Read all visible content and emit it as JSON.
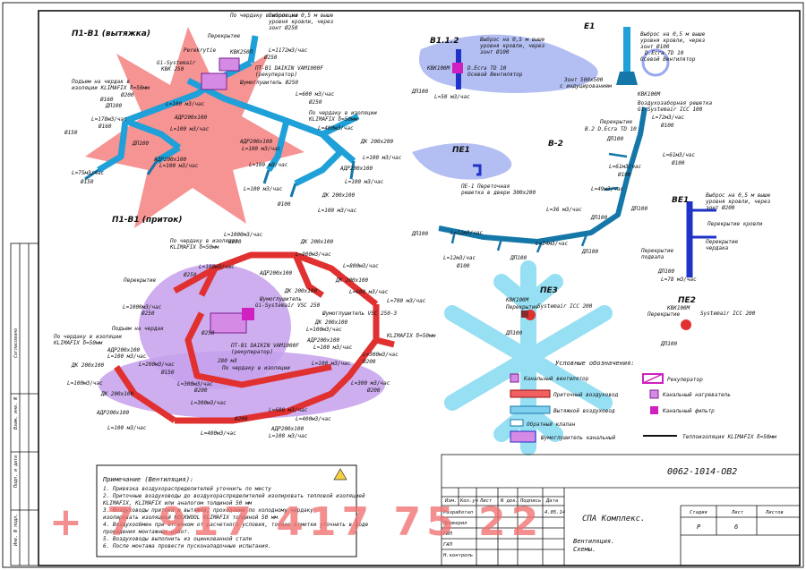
{
  "colors": {
    "supply": "#e03030",
    "exhaust": "#1fa0d8",
    "exhaust_dark": "#1577a8",
    "system_blue": "#1f33c8",
    "magenta": "#d020c0",
    "watermark_red": "#f07070",
    "watermark_snow": "#7fd8f0",
    "watermark_purple": "#c89be8"
  },
  "titles": {
    "p1v1_exhaust": "П1-В1 (вытяжка)",
    "p1v1_supply": "П1-В1 (приток)",
    "b1_1_2": "В1.1.2",
    "e1": "Е1",
    "pe1": "ПЕ1",
    "b2": "В-2",
    "be1": "ВЕ1",
    "pe3": "ПЕ3",
    "pe2": "ПЕ2"
  },
  "exhaust_labels": {
    "a1": "По чердаку в изоляции",
    "a2": "Выброс на 0,5 м выше",
    "a3": "уровня кровли, через",
    "a4": "зонт Ø250",
    "a5": "Перекрытие",
    "a6": "L=1172м3/час",
    "a7": "Ø250",
    "a8": "КВК250П",
    "a9": "Perekrytie",
    "a10": "Gi-Systemair",
    "a11": "КВК 250",
    "a12": "ПТ-В1 DAIKIN VAM1000F",
    "a13": "(рекуператор)",
    "a14": "Шумоглушитель Ø250",
    "a15": "Подъем на чердак в",
    "a16": "изоляции KLIMAFIX δ=50мм",
    "a17": "Ø200",
    "a18": "L=100 м3/час",
    "a19": "Ø160",
    "a20": "ДП100",
    "a21": "АДР200х100",
    "a22": "L=178м3/час",
    "a23": "Ø160",
    "a24": "L=100 м3/час",
    "a25": "Ø150",
    "a26": "L=75м3/час",
    "a27": "ДП100",
    "a28": "L=100 м3/час",
    "a29": "АДР200х100",
    "a30": "Ø150",
    "a31": "L=600 м3/час",
    "a32": "По чердаку в изоляции",
    "a33": "KLIMAFIX δ=50мм",
    "a34": "Ø250",
    "a35": "L=400м3/час",
    "a36": "ДК 200х200",
    "a37": "АДР200х100",
    "a38": "L=100 м3/час",
    "a39": "L=100 м3/час",
    "a40": "L=100 м3/час",
    "a41": "АДР200х100",
    "a42": "L=100 м3/час",
    "a43": "ДК 200х100",
    "a44": "L=100 м3/час",
    "a45": "Ø100",
    "a46": "L=100 м3/час"
  },
  "supply_labels": {
    "s1": "По чердаку в изоляции",
    "s2": "KLIMAFIX δ=50мм",
    "s3": "L=1000м3/час",
    "s4": "Ø250",
    "s5": "ДК 200х100",
    "s6": "L=900м3/час",
    "s7": "АДР200х100",
    "s8": "L=800м3/час",
    "s9": "L=100м3/час",
    "s10": "Ø250",
    "s11": "Перекрытие",
    "s12": "L=1000м3/час",
    "s13": "Ø250",
    "s14": "ДК 200х100",
    "s15": "L=600 м3/час",
    "s16": "Шумоглушитель",
    "s17": "Gi-Systemair VSC 250",
    "s18": "ДК 200х100",
    "s19": "L=700 м3/час",
    "s20": "Подъем на чердак",
    "s21": "ПТ-В1 DAIKIN VAM1000F",
    "s22": "(рекуператор)",
    "s23": "По чердаку в изоляции",
    "s24": "KLIMAFIX δ=50мм",
    "s25": "ДК 200х100",
    "s26": "L=100м3/час",
    "s27": "L=200м3/час",
    "s28": "Ø150",
    "s29": "ДК 200х100",
    "s30": "L=100м3/час",
    "s31": "АДР200х100",
    "s32": "L=100 м3/час",
    "s33": "L=300м3/час",
    "s34": "Ø200",
    "s35": "L=300м3/час",
    "s36": "ДК 200х100",
    "s37": "L=400м3/час",
    "s38": "АДР200х100",
    "s39": "L=100 м3/час",
    "s40": "L=300 м3/час",
    "s41": "Ø200",
    "s42": "По чердаку в изоляции",
    "s43": "KLIMAFIX δ=50мм",
    "s44": "L=100 м3/час",
    "s45": "АДР200х100",
    "s46": "L=300м3/час",
    "s47": "Ø200",
    "s48": "L=100 м3/час",
    "s49": "L=600 м3/час",
    "s50": "Ø200",
    "s51": "L=400м3/час",
    "s52": "АДР200х100",
    "s53": "L=100 м3/час",
    "s54": "Ø250",
    "s55": "Шумоглушитель VSC 250-3",
    "s56": "280 м3"
  },
  "right_labels": {
    "b1": "Выброс на 0,5 м выше",
    "b2": "уровня кровли, через",
    "b3": "зонт Ø100",
    "b4": "КВК100М",
    "b5": "D.Ecra TD 10",
    "b6": "Осевой Вентилятор",
    "b7": "ДП100",
    "b8": "L=50 м3/час",
    "e1a": "Выброс на 0,5 м выше",
    "e1b": "уровня кровли, через",
    "e1c": "зонт Ø100",
    "e1d": "D.Ecra TD 10",
    "e1e": "Осевой Вентилятор",
    "e1f": "Зонт 500х500",
    "e1g": "с индуцированием",
    "pe1a": "ПЕ-1 Переточная",
    "pe1b": "решетка в двери 300х200",
    "k1": "КВК100М",
    "k2": "Воздухозаборная решетка",
    "k3": "Gi-Systemair ICC 100",
    "k4": "Перекрытие",
    "k5": "В.2 D.Ecra TD 10",
    "k6": "L=72м3/час",
    "k7": "Ø100",
    "k8": "ДП100",
    "k9": "L=61м3/час",
    "k10": "Ø100",
    "k11": "L=61м3/час",
    "k12": "Ø100",
    "k13": "L=49м3/час",
    "k14": "ДП100",
    "k15": "L=36 м3/час",
    "k16": "ДП100",
    "k17": "L=24м3/час",
    "k18": "ДП100",
    "k19": "L=12м3/час",
    "k20": "ДП100",
    "k21": "L=12м3/час",
    "k22": "Ø100",
    "k23": "ДП100",
    "v1": "Выброс на 0,5 м выше",
    "v2": "уровня кровли, через",
    "v3": "зонт Ø200",
    "v4": "Перекрытие кровли",
    "v5": "Перекрытие",
    "v6": "чердака",
    "v7": "Перекрытие",
    "v8": "подвала",
    "v9": "ДП100",
    "v10": "L=78 м3/час",
    "p3a": "КВК100М",
    "p3b": "Перекрытие",
    "p3c": "Systemair ICC 200",
    "p3d": "ДП100",
    "p2a": "КВК100М",
    "p2b": "Перекрытие",
    "p2c": "Systemair ICC 200",
    "p2d": "ДП100"
  },
  "legend": {
    "title": "Условные обозначения:",
    "i1": "Канальный вентилятор",
    "i2": "Приточный воздуховод",
    "i3": "Вытяжной воздуховод",
    "i4": "Обратный клапан",
    "i5": "Шумоглушитель канальный",
    "i6": "Рекуператор",
    "i7": "Канальный нагреватель",
    "i8": "Канальный фильтр",
    "i9": "Теплоизоляция KLIMAFIX δ=50мм"
  },
  "notes": {
    "title": "Примечание (Вентиляция):",
    "n1": "1. Привязка воздухораспределителей уточнить по месту",
    "n2": "2. Приточные воздуховоды до воздухораспределителей изолировать тепловой изоляцией",
    "n3": "KLIMAFIX, KLIMAFIX или аналогом толщиной 50 мм",
    "n4": "3. Воздуховоды притока и вытяжки, проходящие по холодному чердаку",
    "n5": "изолировать изоляцией ROCKWOOL KLIMAFIX толщиной 50 мм",
    "n6": "4. Воздухообмен при отличном от расчетного условия, точнее отметки уточнить в ходе",
    "n7": "проведения монтажных работ.",
    "n8": "5. Воздуховоды выполнить из оцинкованной стали",
    "n9": "6. После монтажа провести пусконаладочные испытания."
  },
  "stamp": {
    "code": "0062-1014-ОВ2",
    "col_izm": "Изм.",
    "col_kol": "Кол.уч",
    "col_list": "Лист",
    "col_ndoc": "N док.",
    "col_sign": "Подпись",
    "col_date": "Дата",
    "r_razrab": "Разработал",
    "r_prov": "Проверил",
    "r_gip": "ГИП",
    "r_gap": "ГАП",
    "r_nkontr": "Н.контроль",
    "date": "4.05.14",
    "project": "СПА Комплекс.",
    "h_stage": "Стадия",
    "h_sheet": "Лист",
    "h_sheets": "Листов",
    "stage": "Р",
    "sheet": "6",
    "sheet_title1": "Вентиляция.",
    "sheet_title2": "Схемы.",
    "side1": "Согласовано",
    "side2": "Взам. инв. N",
    "side3": "Подп. и дата",
    "side4": "Инв. N подл."
  },
  "watermark_phone": "+ 7 917 417 75 22"
}
